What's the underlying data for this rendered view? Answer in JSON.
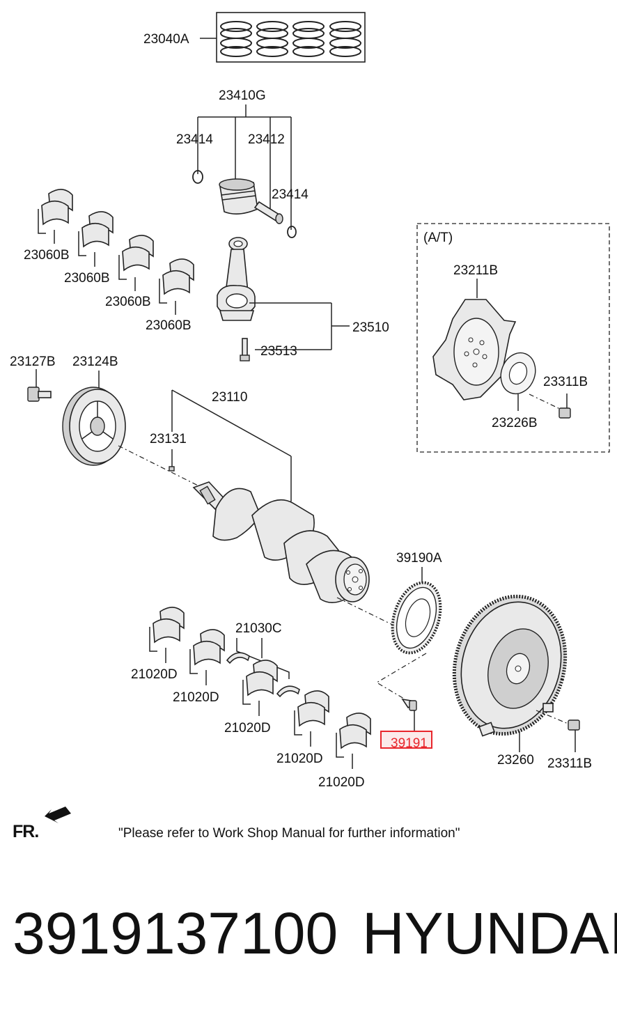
{
  "labels": {
    "p23040A": "23040A",
    "p23410G": "23410G",
    "p23414a": "23414",
    "p23412": "23412",
    "p23414b": "23414",
    "p23060B1": "23060B",
    "p23060B2": "23060B",
    "p23060B3": "23060B",
    "p23060B4": "23060B",
    "p23510": "23510",
    "p23513": "23513",
    "at": "(A/T)",
    "p23211B": "23211B",
    "p23311Ba": "23311B",
    "p23226B": "23226B",
    "p23127B": "23127B",
    "p23124B": "23124B",
    "p23110": "23110",
    "p23131": "23131",
    "p39190A": "39190A",
    "p21030C": "21030C",
    "p21020D1": "21020D",
    "p21020D2": "21020D",
    "p21020D3": "21020D",
    "p21020D4": "21020D",
    "p21020D5": "21020D",
    "p39191": "39191",
    "p23260": "23260",
    "p23311Bb": "23311B"
  },
  "fr_label": "FR.",
  "note": "\"Please refer to Work Shop Manual for further information\"",
  "footer": {
    "part_number": "3919137100",
    "brand": "HYUNDAI"
  },
  "colors": {
    "highlight": "#e8262c",
    "highlight_text": "#e8262c",
    "ink": "#111111"
  }
}
